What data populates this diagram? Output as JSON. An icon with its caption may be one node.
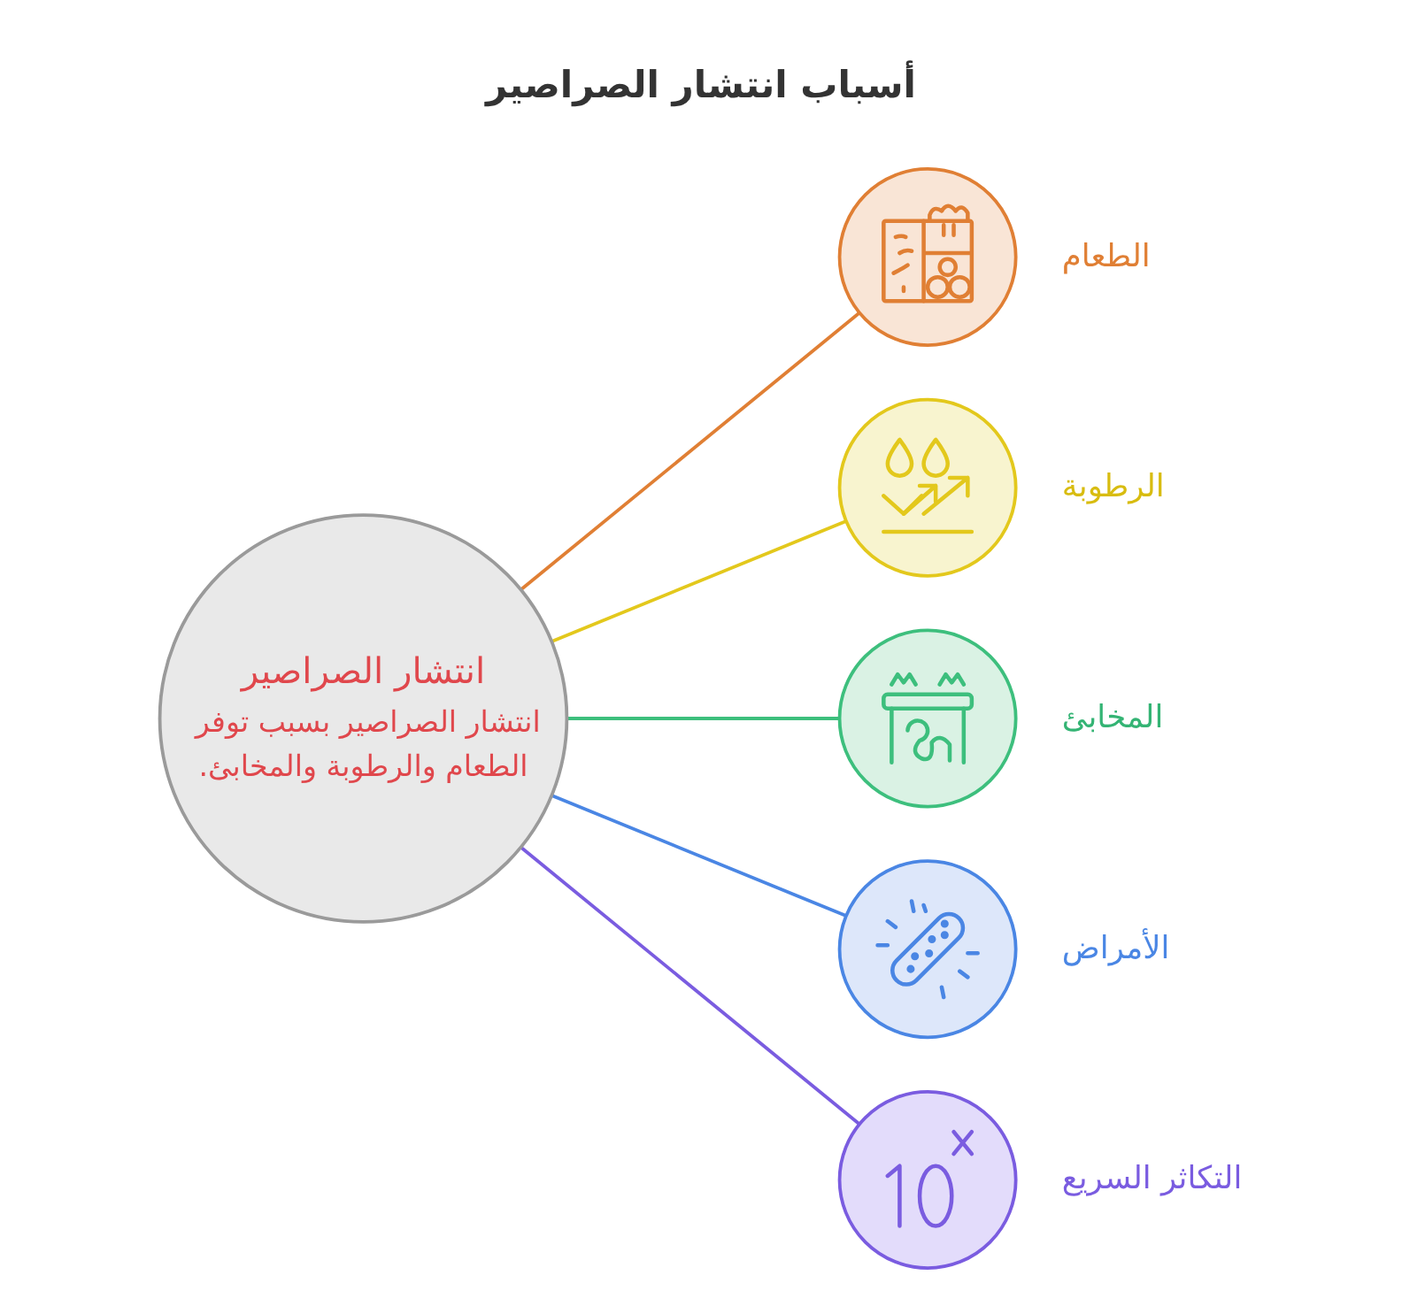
{
  "diagram": {
    "title": "أسباب انتشار الصراصير",
    "nodes": [
      {
        "text": [
          "انتشار الصراصير",
          "انتشار الصراصير بسبب توفر الطعام والرطوبة والمخابئ."
        ]
      },
      {
        "text": [],
        "shape": "circle",
        "beside": [
          "الطعام"
        ]
      },
      {
        "text": [],
        "shape": "circle",
        "beside": [
          "الرطوبة"
        ]
      },
      {
        "text": [],
        "shape": "circle",
        "beside": [
          "المخابئ"
        ]
      },
      {
        "text": [],
        "shape": "circle",
        "beside": [
          "الأمراض"
        ]
      },
      {
        "text": [],
        "shape": "circle",
        "beside": [
          "التكاثر السريع"
        ]
      }
    ],
    "edges": [
      {
        "from": 0,
        "to": 1,
        "arrow": "none",
        "color": "#e07f34"
      },
      {
        "from": 0,
        "to": 2,
        "arrow": "none",
        "color": "#e3c81c"
      },
      {
        "from": 0,
        "to": 3,
        "arrow": "none",
        "color": "#3dbf7d"
      },
      {
        "from": 0,
        "to": 4,
        "arrow": "none",
        "color": "#4a86e4"
      },
      {
        "from": 0,
        "to": 5,
        "arrow": "none",
        "color": "#7a5ce0"
      }
    ]
  }
}
